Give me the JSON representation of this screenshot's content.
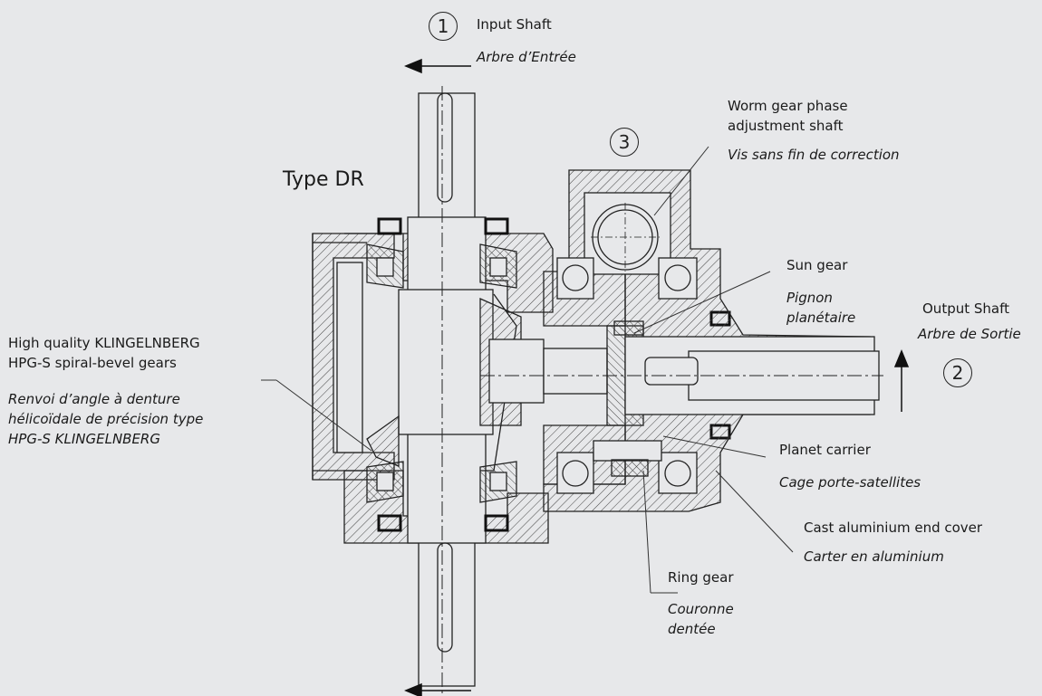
{
  "title": "Type DR",
  "callouts": [
    {
      "id": "input",
      "number": "1",
      "en": "Input Shaft",
      "fr": "Arbre d’Entrée"
    },
    {
      "id": "output",
      "number": "2",
      "en": "Output Shaft",
      "fr": "Arbre de Sortie"
    },
    {
      "id": "worm",
      "number": "3",
      "en1": "Worm gear phase",
      "en2": "adjustment shaft",
      "fr": "Vis sans fin de correction"
    }
  ],
  "labels": {
    "bevel": {
      "en1": "High quality KLINGELNBERG",
      "en2": "HPG-S spiral-bevel gears",
      "fr1": "Renvoi d’angle à denture",
      "fr2": "hélicoïdale de précision type",
      "fr3": "HPG-S KLINGELNBERG"
    },
    "sun": {
      "en": "Sun gear",
      "fr1": "Pignon",
      "fr2": "planétaire"
    },
    "planet": {
      "en": "Planet carrier",
      "fr": "Cage porte-satellites"
    },
    "cover": {
      "en": "Cast aluminium end cover",
      "fr": "Carter en aluminium"
    },
    "ring": {
      "en": "Ring gear",
      "fr1": "Couronne",
      "fr2": "dentée"
    }
  },
  "colors": {
    "background": "#e7e8ea",
    "line": "#222222",
    "seal": "#111111"
  }
}
